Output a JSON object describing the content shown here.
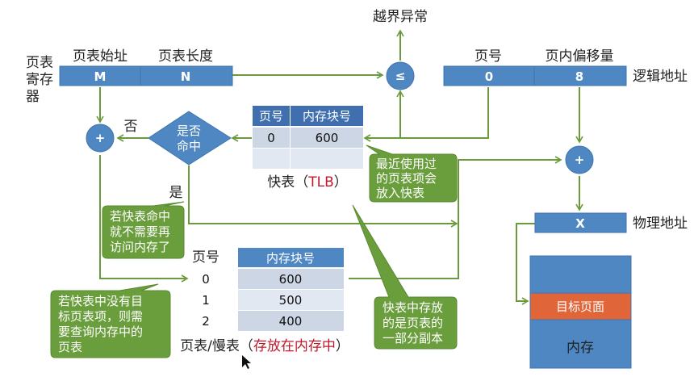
{
  "register": {
    "label_lines": [
      "页表",
      "寄存",
      "器"
    ],
    "field1_header": "页表始址",
    "field1_value": "M",
    "field2_header": "页表长度",
    "field2_value": "N"
  },
  "logical_address": {
    "label": "逻辑地址",
    "field1_header": "页号",
    "field1_value": "0",
    "field2_header": "页内偏移量",
    "field2_value": "8"
  },
  "comparator": {
    "symbol": "≤",
    "exception_label": "越界异常"
  },
  "adders": {
    "symbol": "+"
  },
  "decision": {
    "lines": [
      "是否",
      "命中"
    ],
    "no_label": "否",
    "yes_label": "是"
  },
  "tlb": {
    "headers": [
      "页号",
      "内存块号"
    ],
    "rows": [
      [
        "0",
        "600"
      ],
      [
        "",
        ""
      ]
    ],
    "caption_prefix": "快表（",
    "caption_highlight": "TLB",
    "caption_suffix": "）"
  },
  "page_table": {
    "page_header": "页号",
    "block_header": "内存块号",
    "rows": [
      [
        "0",
        "600"
      ],
      [
        "1",
        "500"
      ],
      [
        "2",
        "400"
      ]
    ],
    "caption_prefix": "页表/慢表（",
    "caption_highlight": "存放在内存中",
    "caption_suffix": "）"
  },
  "physical_address": {
    "label": "物理地址",
    "value": "X"
  },
  "memory": {
    "target_label": "目标页面",
    "caption": "内存"
  },
  "callouts": {
    "recent": [
      "最近使用过",
      "的页表项会",
      "放入快表"
    ],
    "hit": [
      "若快表命中",
      "就不需要再",
      "访问内存了"
    ],
    "miss": [
      "若快表中没有目",
      "标页表项，则需",
      "要查询内存中的",
      "页表"
    ],
    "copy": [
      "快表中存放",
      "的是页表的",
      "一部分副本"
    ]
  },
  "colors": {
    "blue": "#4f87c2",
    "green_line": "#6a9a3a",
    "callout_green": "#6a9e3c",
    "orange": "#e0663a",
    "red_text": "#c0182c",
    "cell_light": "#e2e8f1",
    "cell_dark": "#cdd6e4"
  }
}
